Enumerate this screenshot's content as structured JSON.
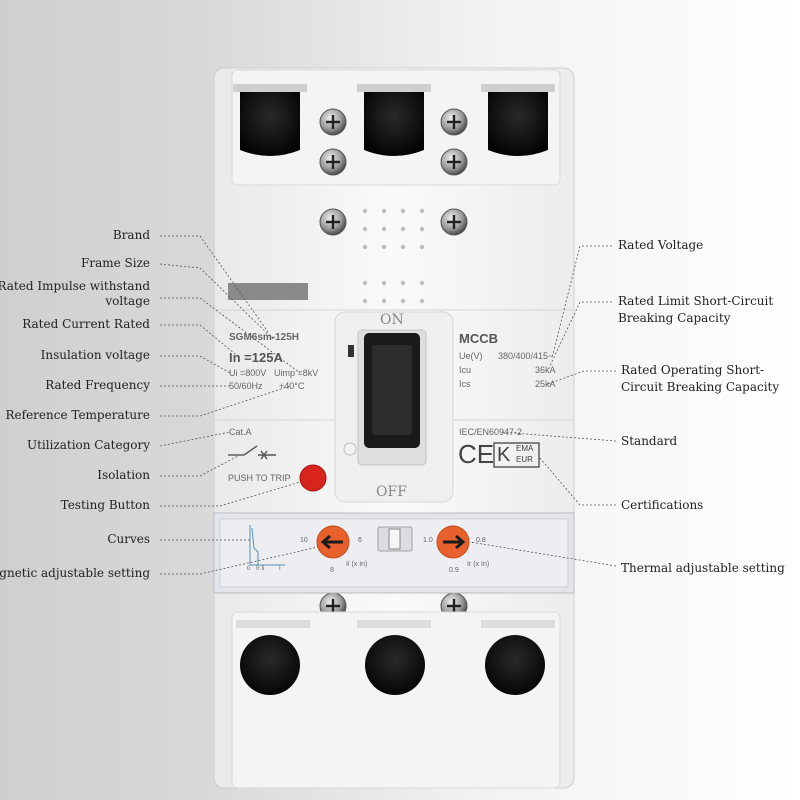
{
  "device": {
    "model": "SGM6sm-125H",
    "rated_current": "In =125A",
    "ui": "Ui =800V",
    "uimp": "Uimp =8kV",
    "freq": "50/60Hz",
    "temp": "+40°C",
    "category": "Cat.A",
    "push_to_trip": "PUSH TO TRIP",
    "type": "MCCB",
    "ue_label": "Ue(V)",
    "ue_value": "380/400/415~",
    "icu_label": "Icu",
    "icu_value": "36kA",
    "ics_label": "Ics",
    "ics_value": "25kA",
    "standard": "IEC/EN60947-2",
    "on_label": "ON",
    "off_label": "OFF",
    "ce_mark": "CE",
    "kema_k": "K",
    "kema_text1": "EMA",
    "kema_text2": "EUR",
    "mag_scale": {
      "left": "10",
      "right": "6",
      "bottom": "8",
      "unit": "Ii (x In)"
    },
    "therm_scale": {
      "left": "1.0",
      "right": "0.8",
      "bottom": "0.9",
      "unit": "Ir (x In)"
    },
    "curve_ticks": {
      "a": "0",
      "b": "Ir Ii",
      "c": "I"
    }
  },
  "left_labels": [
    "Brand",
    "Frame Size",
    "Rated Impulse withstand",
    "voltage",
    "Rated Current Rated",
    "Insulation voltage",
    "Rated Frequency",
    "Reference Temperature",
    "Utilization Category",
    "Isolation",
    "Testing Button",
    "Curves",
    "Magnetic adjustable setting"
  ],
  "right_labels": [
    "Rated Voltage",
    "Rated Limit Short-Circuit",
    "Breaking Capacity",
    "Rated Operating Short-",
    "Circuit Breaking Capacity",
    "Standard",
    "Certifications",
    "Thermal adjustable setting"
  ],
  "colors": {
    "body": "#f7f7f7",
    "button_red": "#d9231d",
    "dial_orange": "#e8602c",
    "handle": "#1a1a1a",
    "brand_bar": "#8a8a8a"
  }
}
